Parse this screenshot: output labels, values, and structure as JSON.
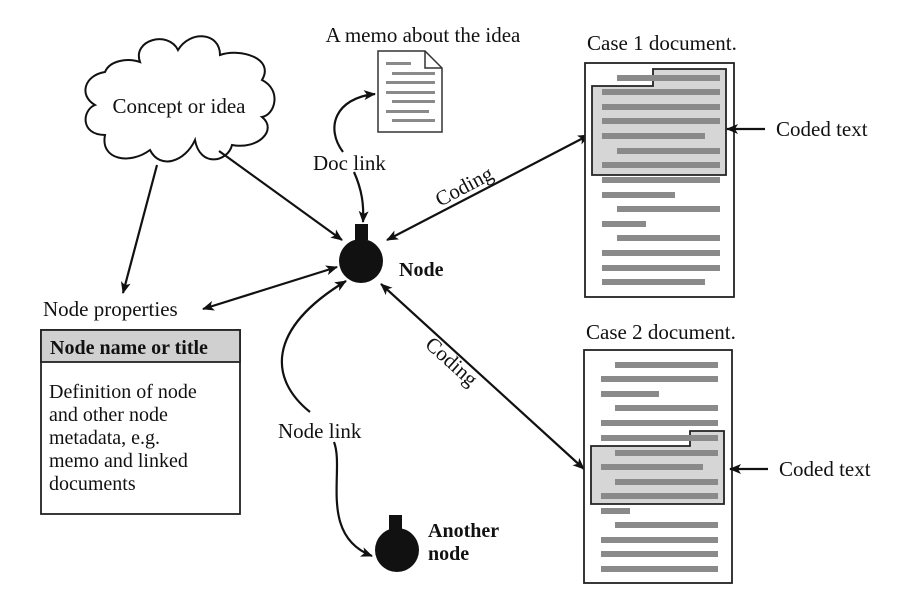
{
  "labels": {
    "concept": "Concept or idea",
    "memo": "A memo about the idea",
    "doc_link": "Doc link",
    "node": "Node",
    "coding_top": "Coding",
    "coding_bottom": "Coding",
    "node_properties": "Node properties",
    "node_link": "Node link",
    "another_node_line1": "Another",
    "another_node_line2": "node",
    "case1": "Case 1 document.",
    "case2": "Case 2 document.",
    "coded_text_1": "Coded text",
    "coded_text_2": "Coded text"
  },
  "properties_box": {
    "title": "Node name or title",
    "body_lines": [
      "Definition of node",
      "and other node",
      "metadata, e.g.",
      "memo and linked",
      "documents"
    ]
  },
  "colors": {
    "ink": "#111111",
    "coded_fill": "#d6d6d6",
    "text_line": "#8a8a8a",
    "title_bar": "#d0d0d0"
  }
}
